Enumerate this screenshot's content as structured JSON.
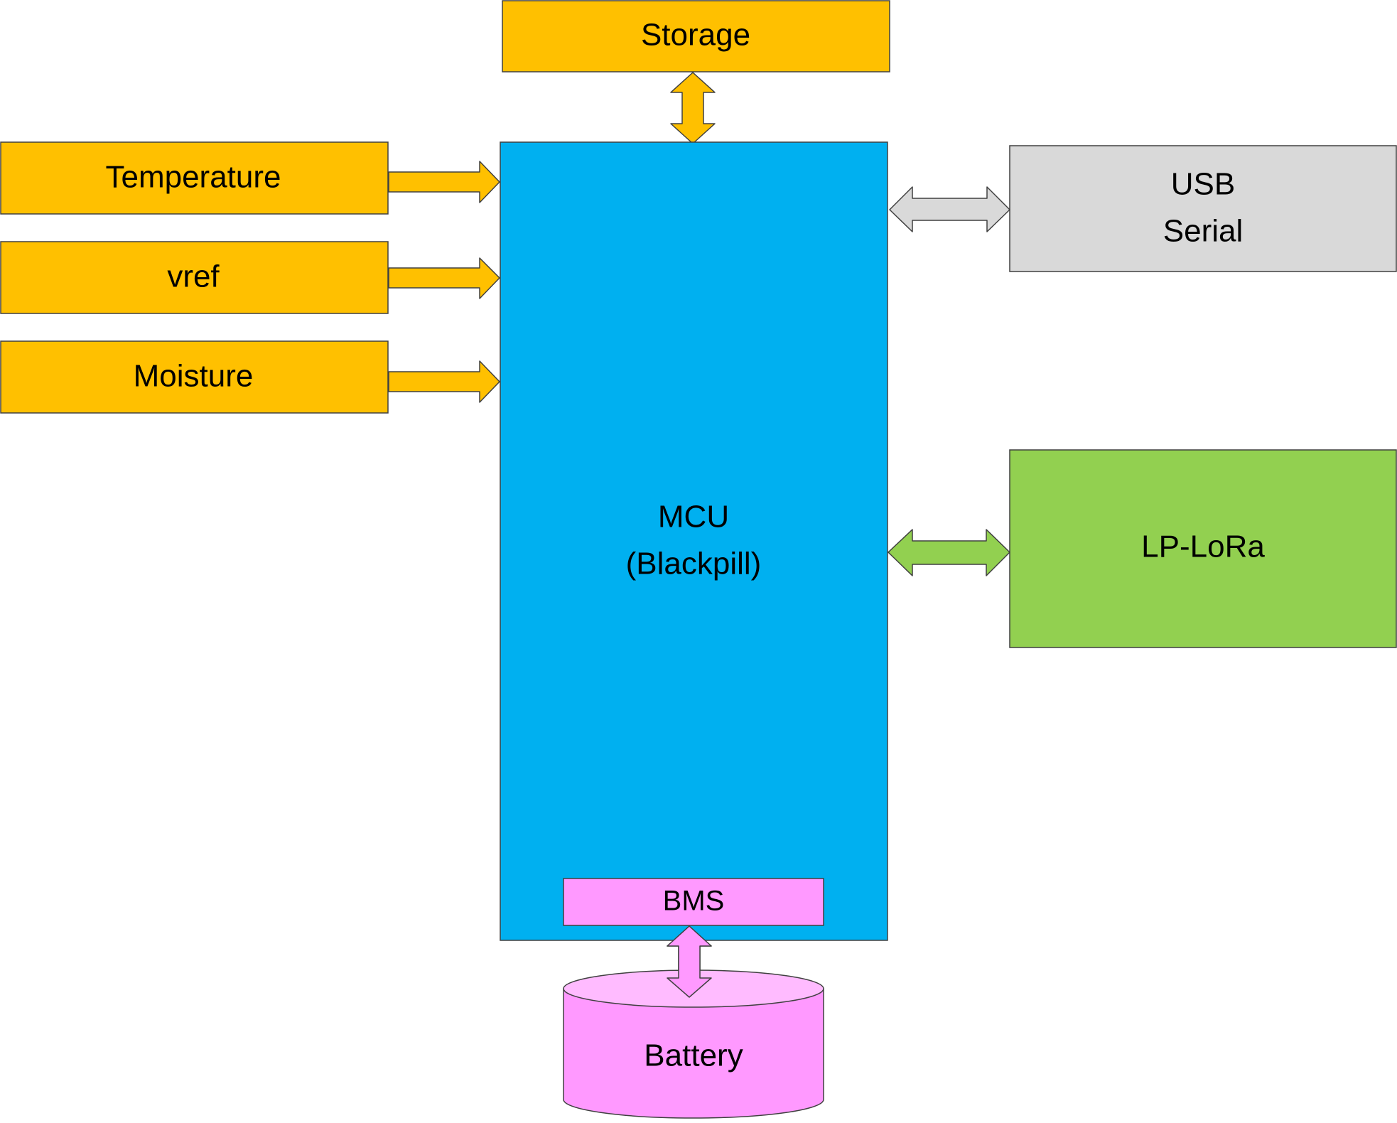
{
  "blocks": {
    "storage": {
      "label": "Storage"
    },
    "temperature": {
      "label": "Temperature"
    },
    "vref": {
      "label": "vref"
    },
    "moisture": {
      "label": "Moisture"
    },
    "mcu": {
      "line1": "MCU",
      "line2": "(Blackpill)"
    },
    "usb": {
      "line1": "USB",
      "line2": "Serial"
    },
    "lora": {
      "label": "LP-LoRa"
    },
    "bms": {
      "label": "BMS"
    },
    "battery": {
      "label": "Battery"
    }
  },
  "colors": {
    "sensor_orange": "#FFC000",
    "mcu_blue": "#00B0F0",
    "usb_gray": "#D9D9D9",
    "lora_green": "#92D050",
    "power_pink": "#FF99FF",
    "battery_top_pink": "#FFBBFF",
    "outline": "#404040"
  },
  "connections": [
    {
      "from": "storage",
      "to": "mcu",
      "direction": "bidirectional"
    },
    {
      "from": "temperature",
      "to": "mcu",
      "direction": "one-way"
    },
    {
      "from": "vref",
      "to": "mcu",
      "direction": "one-way"
    },
    {
      "from": "moisture",
      "to": "mcu",
      "direction": "one-way"
    },
    {
      "from": "mcu",
      "to": "usb",
      "direction": "bidirectional"
    },
    {
      "from": "mcu",
      "to": "lora",
      "direction": "bidirectional"
    },
    {
      "from": "bms",
      "to": "battery",
      "direction": "bidirectional"
    }
  ]
}
